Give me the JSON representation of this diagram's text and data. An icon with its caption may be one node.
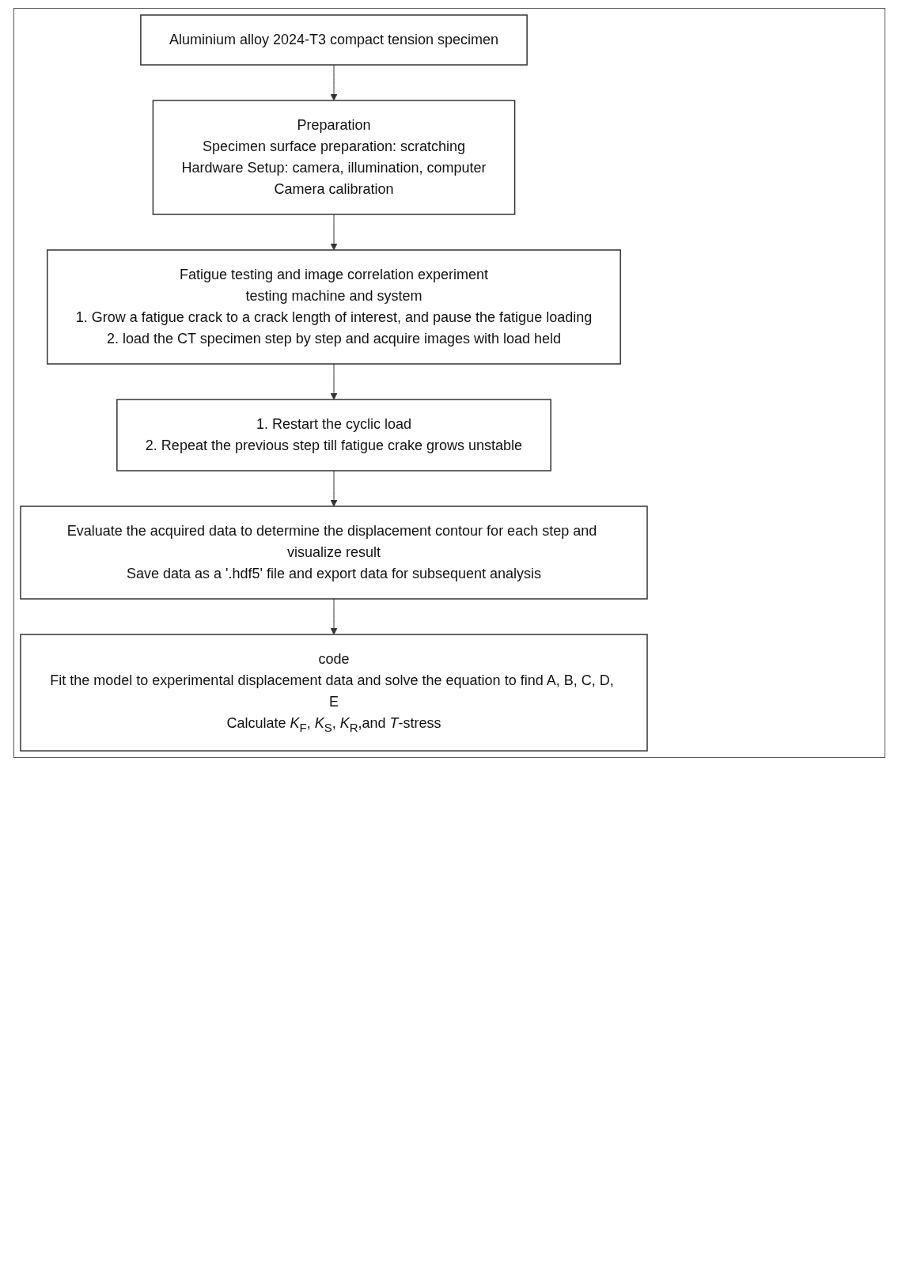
{
  "diagram": {
    "nodes": [
      {
        "text": [
          "Aluminium alloy 2024-T3 compact tension specimen"
        ]
      },
      {
        "text": [
          "Preparation",
          "Specimen surface preparation: scratching",
          "Hardware Setup: camera, illumination, computer",
          "Camera calibration"
        ]
      },
      {
        "text": [
          "Fatigue testing and image correlation experiment",
          "testing machine and system",
          "1. Grow a fatigue crack to a crack length of interest, and pause the fatigue loading",
          "2. load the CT specimen step by step and acquire images with load held"
        ]
      },
      {
        "text": [
          "1. Restart the cyclic load",
          "2. Repeat the previous step till fatigue crake grows unstable"
        ]
      },
      {
        "text": [
          "Evaluate the acquired data to determine the displacement contour for each step and visualize result",
          "Save data as a '.hdf5' file and export data for subsequent analysis"
        ]
      },
      {
        "text": [
          "code",
          "Fit the model to experimental displacement data and solve the equation to find A, B, C, D, E",
          "Calculate *K*$_{F}$, *K*$_{S}$, *K*$_{R}$,and *T*-stress"
        ]
      }
    ],
    "edges": [
      {
        "from": 0,
        "to": 1,
        "arrow": "to"
      },
      {
        "from": 1,
        "to": 2,
        "arrow": "to"
      },
      {
        "from": 2,
        "to": 3,
        "arrow": "to"
      },
      {
        "from": 3,
        "to": 4,
        "arrow": "to"
      },
      {
        "from": 4,
        "to": 5,
        "arrow": "to"
      }
    ]
  }
}
